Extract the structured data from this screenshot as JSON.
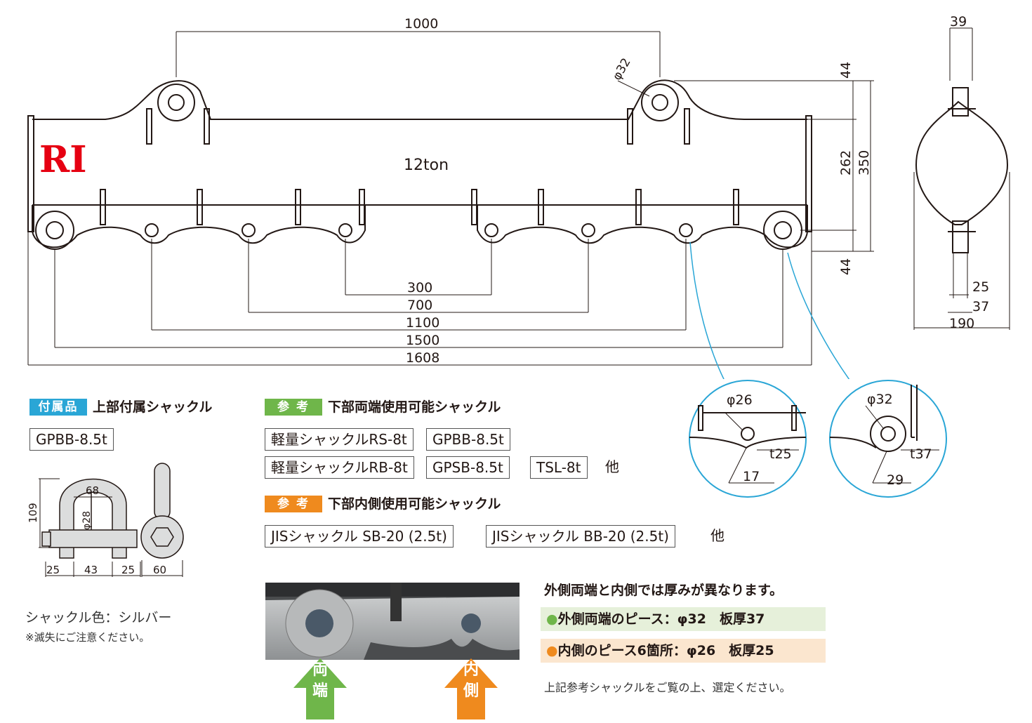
{
  "drawing": {
    "logo": "RI",
    "capacity_label": "12ton",
    "dim_top_span": "1000",
    "dim_top_hole": "φ32",
    "dim_44_top": "44",
    "dim_44_bottom": "44",
    "dim_262": "262",
    "dim_350": "350",
    "dim_300": "300",
    "dim_700": "700",
    "dim_1100": "1100",
    "dim_1500": "1500",
    "dim_1608": "1608",
    "side_39": "39",
    "side_25": "25",
    "side_37": "37",
    "side_190": "190"
  },
  "detail_inner": {
    "hole": "φ26",
    "thickness": "t25",
    "edge": "17"
  },
  "detail_outer": {
    "hole": "φ32",
    "thickness": "t37",
    "edge": "29"
  },
  "accessory": {
    "tag": "付属品",
    "title": "上部付属シャックル",
    "model": "GPBB-8.5t",
    "dim_109": "109",
    "dim_68": "68",
    "dim_28": "φ28",
    "dim_25a": "25",
    "dim_43": "43",
    "dim_25b": "25",
    "dim_60": "60",
    "color_note": "シャックル色：シルバー",
    "loss_note": "※滅失にご注意ください。"
  },
  "ref_both_ends": {
    "tag": "参 考",
    "title": "下部両端使用可能シャックル",
    "items": [
      "軽量シャックルRS-8t",
      "GPBB-8.5t",
      "軽量シャックルRB-8t",
      "GPSB-8.5t",
      "TSL-8t"
    ],
    "etc": "他"
  },
  "ref_inner": {
    "tag": "参 考",
    "title": "下部内側使用可能シャックル",
    "items": [
      "JISシャックル SB-20 (2.5t)",
      "JISシャックル BB-20 (2.5t)"
    ],
    "etc": "他"
  },
  "photo": {
    "arrow_ends": "両端",
    "arrow_inner": "内側"
  },
  "thickness_info": {
    "heading": "外側両端と内側では厚みが異なります。",
    "outer": "外側両端のピース：φ32　板厚37",
    "inner": "内側のピース6箇所：φ26　板厚25",
    "footer": "上記参考シャックルをご覧の上、選定ください。"
  },
  "colors": {
    "cyan": "#2aa6d6",
    "green": "#6fb64a",
    "orange": "#ef8a1e",
    "logo_red": "#e60012",
    "band_green": "#e6f0da",
    "band_orange": "#fbe6cf"
  }
}
